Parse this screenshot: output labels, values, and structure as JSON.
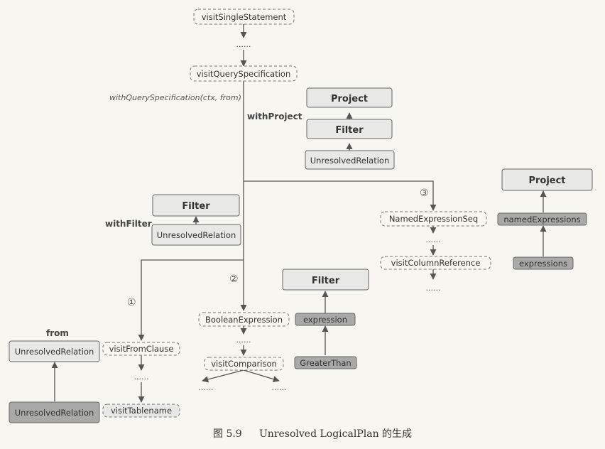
{
  "nodes": {
    "visit_single_statement": "visitSingleStatement",
    "visit_query_specification": "visitQuerySpecification",
    "named_expression_seq": "NamedExpressionSeq",
    "visit_column_reference": "visitColumnReference",
    "boolean_expression": "BooleanExpression",
    "visit_comparison": "visitComparison",
    "visit_from_clause": "visitFromClause",
    "visit_tablename": "visitTablename"
  },
  "plans": {
    "project_tree": {
      "project": "Project",
      "filter": "Filter",
      "relation": "UnresolvedRelation"
    },
    "filter_tree": {
      "filter": "Filter",
      "relation": "UnresolvedRelation"
    },
    "from_tree": {
      "top": "UnresolvedRelation",
      "bottom": "UnresolvedRelation"
    },
    "filter_expr_tree": {
      "filter": "Filter",
      "expression": "expression",
      "greater_than": "GreaterThan"
    },
    "project_expr_tree": {
      "project": "Project",
      "named_expressions": "namedExpressions",
      "expressions": "expressions"
    }
  },
  "labels": {
    "with_query_specification": "withQuerySpecification(ctx, from)",
    "with_project": "withProject",
    "with_filter": "withFilter",
    "from": "from",
    "circle_1": "①",
    "circle_2": "②",
    "circle_3": "③",
    "dots": "......"
  },
  "caption": {
    "figure_number": "图 5.9",
    "text": "Unresolved LogicalPlan 的生成"
  },
  "colors": {
    "background": "#f7f6f1",
    "line": "#555555",
    "dashed_border": "#777777",
    "light_box_fill": "#e8e8e6",
    "dark_box_fill": "#a9a9a7",
    "box_border": "#666666"
  }
}
